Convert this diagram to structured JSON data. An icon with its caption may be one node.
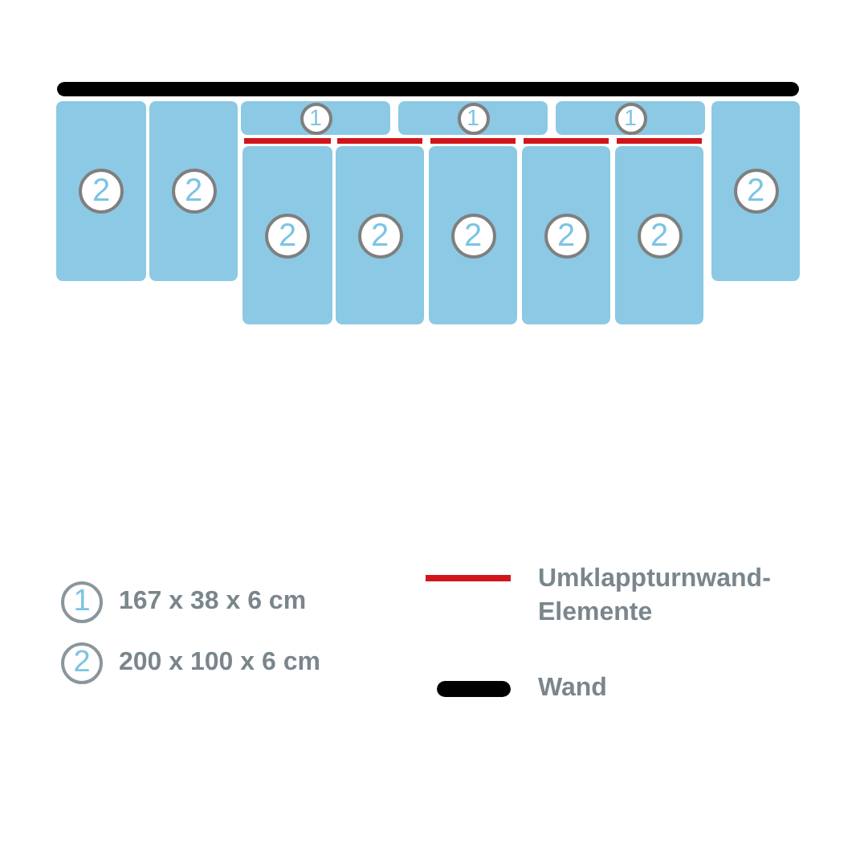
{
  "diagram": {
    "nodes": [
      {
        "text": [
          "2"
        ]
      },
      {
        "text": [
          "2"
        ]
      },
      {
        "text": [
          "1"
        ]
      },
      {
        "text": [
          "1"
        ]
      },
      {
        "text": [
          "1"
        ]
      },
      {
        "text": [
          "2"
        ]
      },
      {
        "text": [
          "2"
        ]
      },
      {
        "text": [
          "2"
        ]
      },
      {
        "text": [
          "2"
        ]
      },
      {
        "text": [
          "2"
        ]
      },
      {
        "text": [
          "2"
        ]
      }
    ],
    "labels": [
      "1",
      "2"
    ],
    "legend": [
      {
        "text": "167 x 38 x 6 cm"
      },
      {
        "text": "200 x 100 x 6 cm"
      },
      {
        "text": "Umklappturnwand- Elemente"
      },
      {
        "text": "Wand"
      }
    ]
  }
}
